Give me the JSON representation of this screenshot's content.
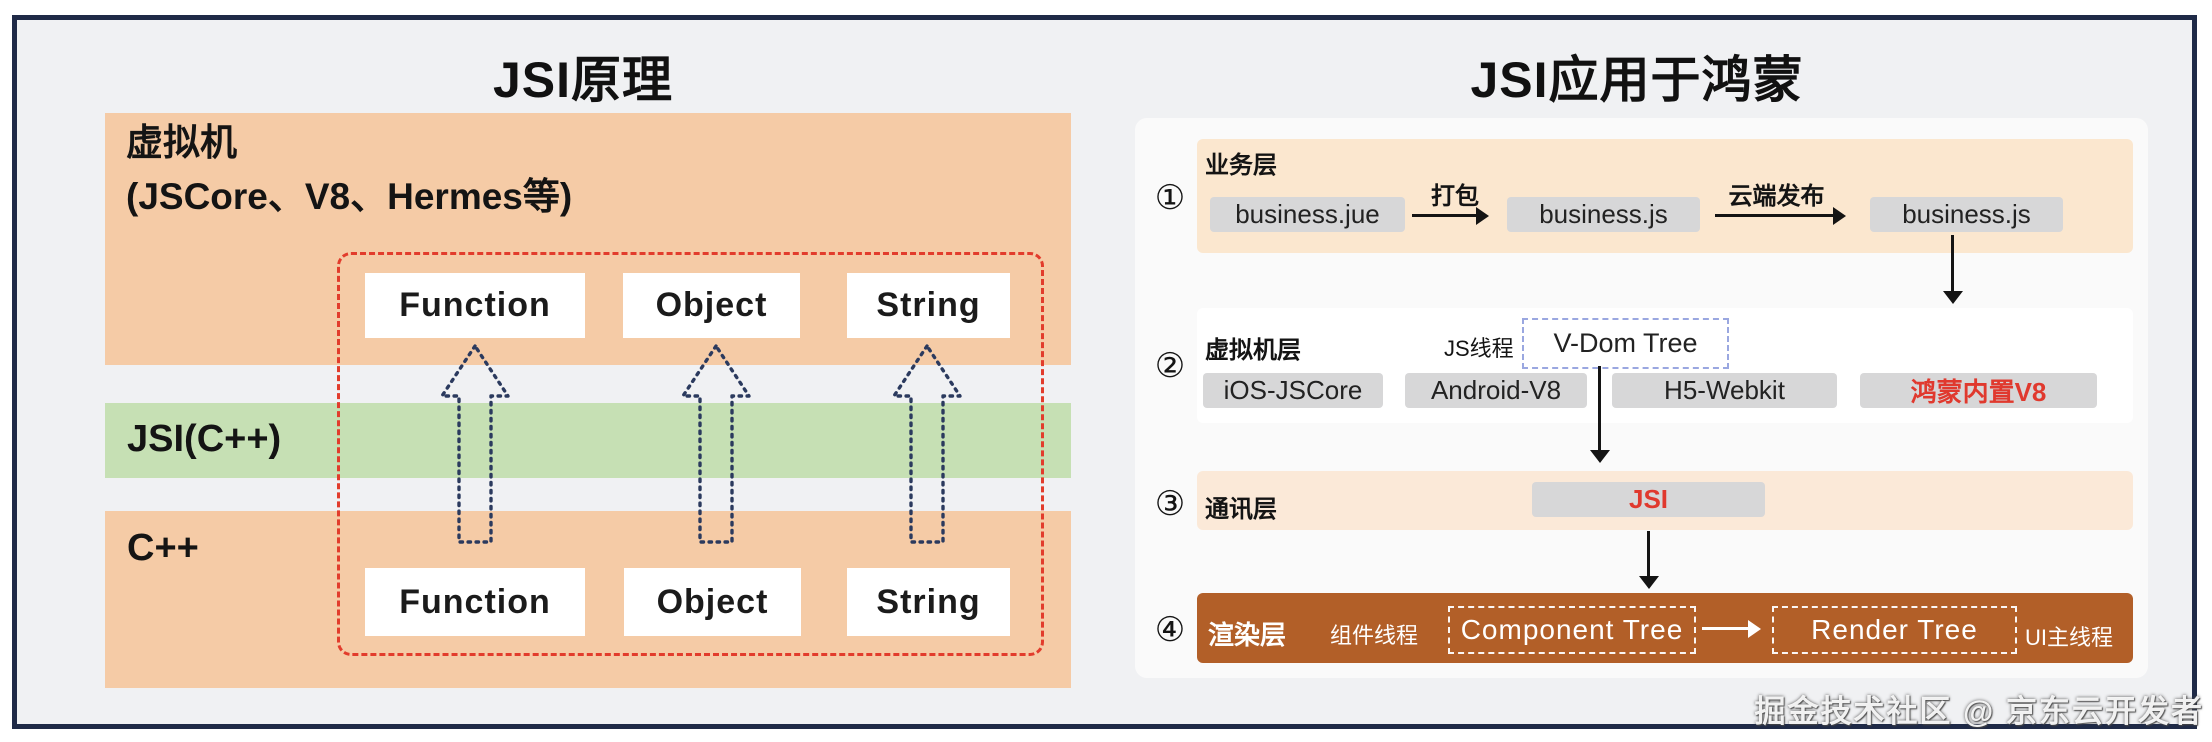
{
  "colors": {
    "frame_border": "#1f2a47",
    "background": "#f0f1f3",
    "peach_block": "#f5cba6",
    "green_block": "#c6e0b4",
    "red_dashed": "#e23c2c",
    "navy_arrow": "#2b3a5e",
    "right_row_peach": "#fbe7cf",
    "right_row_peach_light": "#fbe9d8",
    "brown_row": "#b25f28",
    "gray_box": "#d7d7d8",
    "highlight_red": "#e0392e",
    "vdom_border": "#9aa7e0"
  },
  "watermark": "掘金技术社区 @ 京东云开发者",
  "left": {
    "title": "JSI原理",
    "vm_line1": "虚拟机",
    "vm_line2": "(JSCore、V8、Hermes等)",
    "jsi_band_label": "JSI(C++)",
    "cpp_label": "C++",
    "top_items": [
      "Function",
      "Object",
      "String"
    ],
    "bottom_items": [
      "Function",
      "Object",
      "String"
    ]
  },
  "right": {
    "title": "JSI应用于鸿蒙",
    "step1": {
      "num": "①",
      "label": "业务层",
      "box1": "business.jue",
      "arrow1_label": "打包",
      "box2": "business.js",
      "arrow2_label": "云端发布",
      "box3": "business.js"
    },
    "step2": {
      "num": "②",
      "label": "虚拟机层",
      "thread_label": "JS线程",
      "vdom_label": "V-Dom Tree",
      "engines": [
        "iOS-JSCore",
        "Android-V8",
        "H5-Webkit",
        "鸿蒙内置V8"
      ]
    },
    "step3": {
      "num": "③",
      "label": "通讯层",
      "jsi_label": "JSI"
    },
    "step4": {
      "num": "④",
      "label": "渲染层",
      "component_thread_label": "组件线程",
      "component_tree_label": "Component Tree",
      "render_tree_label": "Render Tree",
      "ui_thread_label": "UI主线程"
    }
  }
}
